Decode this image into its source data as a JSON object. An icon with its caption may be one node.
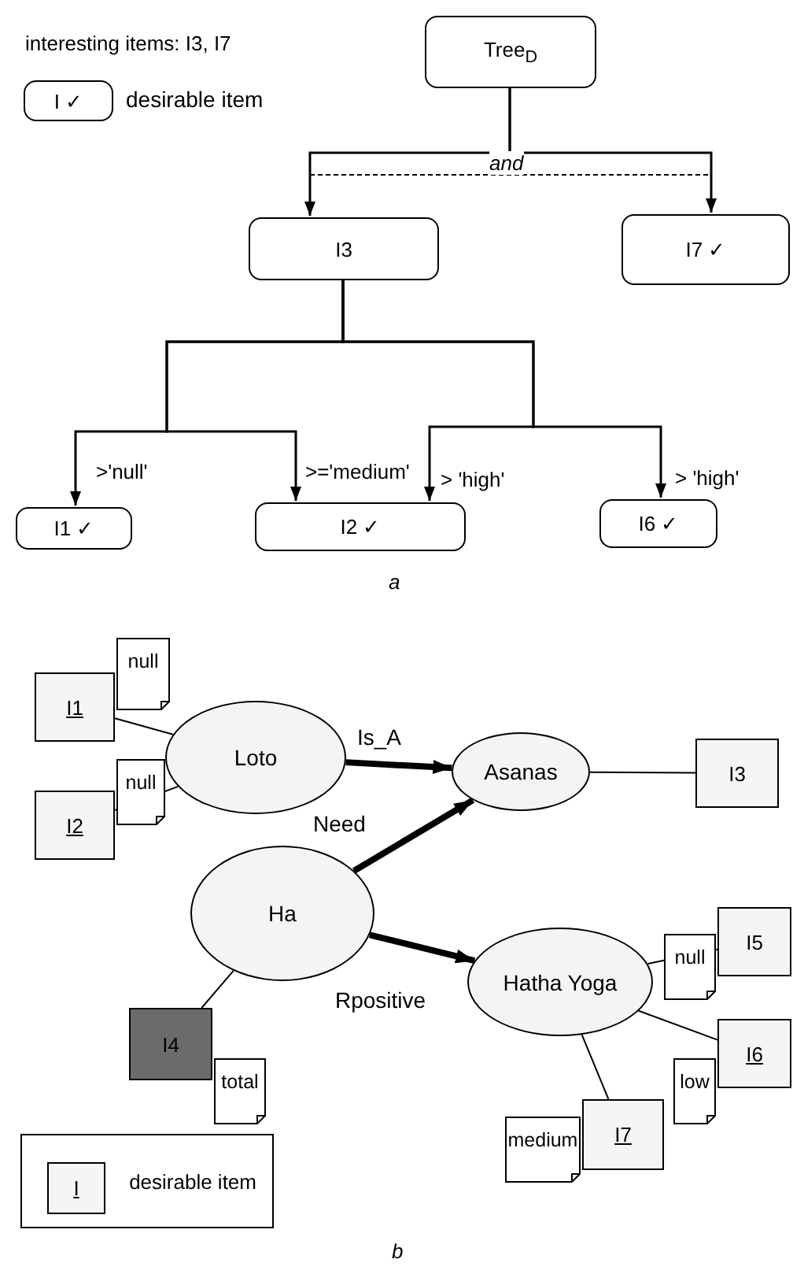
{
  "diagram": {
    "nodes": [
      {
        "text": [
          "Tree$_{D}$"
        ]
      },
      {
        "text": [
          "I3"
        ]
      },
      {
        "text": [
          "I7 ✓"
        ]
      },
      {
        "text": [
          "I1 ✓"
        ]
      },
      {
        "text": [
          "I2 ✓"
        ]
      },
      {
        "text": [
          "I6 ✓"
        ]
      },
      {
        "text": [
          "I ✓"
        ],
        "beside": [
          "desirable item"
        ]
      },
      {
        "text": [
          "I1"
        ],
        "beside": [
          "null"
        ]
      },
      {
        "text": [
          "I2"
        ],
        "beside": [
          "null"
        ]
      },
      {
        "text": [
          "Loto"
        ]
      },
      {
        "text": [
          "Asanas"
        ]
      },
      {
        "text": [
          "I3"
        ]
      },
      {
        "text": [
          "Ha"
        ]
      },
      {
        "text": [
          "Hatha Yoga"
        ]
      },
      {
        "text": [
          "I5"
        ],
        "beside": [
          "null"
        ]
      },
      {
        "text": [
          "I6"
        ],
        "beside": [
          "low"
        ]
      },
      {
        "text": [
          "I7"
        ],
        "beside": [
          "medium"
        ]
      },
      {
        "text": [
          "I4"
        ],
        "beside": [
          "total"
        ]
      },
      {
        "text": [
          "desirable item"
        ]
      },
      {
        "text": [
          "I"
        ],
        "in": 18
      }
    ],
    "edges": [
      {
        "from": 0,
        "to": 1,
        "arrow": "to"
      },
      {
        "from": 0,
        "to": 2,
        "arrow": "to"
      },
      {
        "from": 1,
        "to": 3,
        "arrow": "to",
        "label": ">'null'"
      },
      {
        "from": 1,
        "to": 4,
        "arrow": "to",
        "label": ">='medium'"
      },
      {
        "from": 1,
        "to": 4,
        "arrow": "to",
        "label": "> 'high'"
      },
      {
        "from": 1,
        "to": 5,
        "arrow": "to",
        "label": "> 'high'"
      },
      {
        "from": 7,
        "to": 9,
        "arrow": "none"
      },
      {
        "from": 8,
        "to": 9,
        "arrow": "none"
      },
      {
        "from": 9,
        "to": 10,
        "arrow": "to",
        "label": "Is_A",
        "style": "thick"
      },
      {
        "from": 10,
        "to": 11,
        "arrow": "none"
      },
      {
        "from": 12,
        "to": 10,
        "arrow": "to",
        "label": "Need",
        "style": "thick"
      },
      {
        "from": 12,
        "to": 13,
        "arrow": "to",
        "label": "Rpositive",
        "style": "thick"
      },
      {
        "from": 13,
        "to": 14,
        "arrow": "none"
      },
      {
        "from": 13,
        "to": 15,
        "arrow": "none"
      },
      {
        "from": 13,
        "to": 16,
        "arrow": "none"
      },
      {
        "from": 12,
        "to": 17,
        "arrow": "none"
      }
    ],
    "labels": [
      "interesting items: I3, I7",
      "and",
      "a",
      "b"
    ]
  }
}
